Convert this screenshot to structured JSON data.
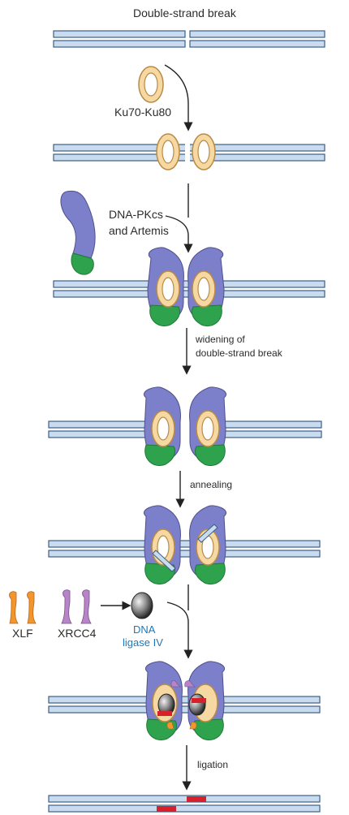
{
  "title": "Double-strand break",
  "labels": {
    "ku": "Ku70-Ku80",
    "dnapk_line1": "DNA-PKcs",
    "dnapk_line2": "and Artemis",
    "widen_line1": "widening of",
    "widen_line2": "double-strand break",
    "annealing": "annealing",
    "xlf": "XLF",
    "xrcc4": "XRCC4",
    "ligase_line1": "DNA",
    "ligase_line2": "ligase IV",
    "ligation": "ligation"
  },
  "colors": {
    "dna_stroke": "#3d5f87",
    "dna_fill": "#c9dcef",
    "ku_fill": "#f6d9a2",
    "ku_stroke": "#b98a45",
    "pkcs": "#7c7fca",
    "artemis": "#2ea24c",
    "xlf": "#f2952c",
    "xrcc4": "#b884c8",
    "ligase": "#444444",
    "ligation_mark": "#d8202a",
    "ligase_label": "#1d78b8"
  }
}
